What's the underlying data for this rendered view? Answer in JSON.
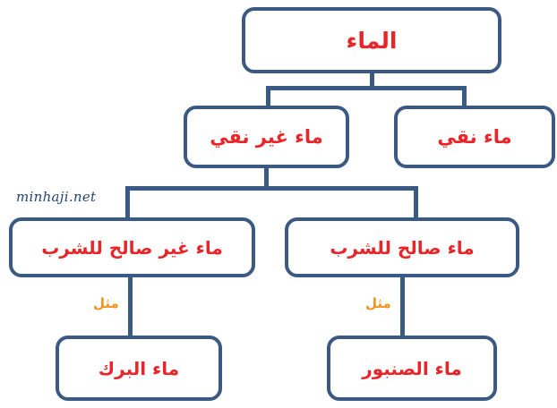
{
  "diagram": {
    "title_node": {
      "label": "الماء",
      "name": "node-water"
    },
    "level2": [
      {
        "label": "ماء غير نقي",
        "name": "node-impure-water"
      },
      {
        "label": "ماء نقي",
        "name": "node-pure-water"
      }
    ],
    "level3": [
      {
        "label": "ماء غير صالح للشرب",
        "name": "node-undrinkable-water"
      },
      {
        "label": "ماء صالح للشرب",
        "name": "node-drinkable-water"
      }
    ],
    "level4": [
      {
        "label": "ماء البرك",
        "name": "node-pond-water"
      },
      {
        "label": "ماء الصنبور",
        "name": "node-tap-water"
      }
    ],
    "edge_labels": {
      "left": "مثل",
      "right": "مثل"
    },
    "watermark": "minhaji.net",
    "colors": {
      "box_border": "#3a5a84",
      "connector": "#3a5a84",
      "node_text": "#e8262a",
      "edge_label_text": "#f7921e",
      "watermark_text": "#23456f",
      "background": "#ffffff"
    }
  }
}
